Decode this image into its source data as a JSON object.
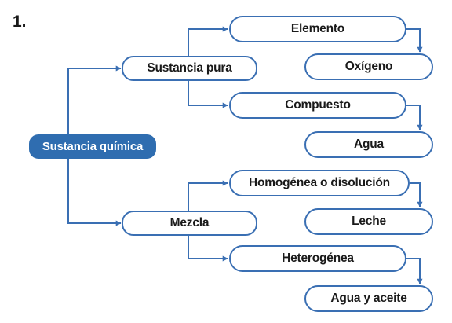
{
  "number": "1.",
  "root": "Sustancia química",
  "sustancia_pura": {
    "label": "Sustancia pura",
    "elemento": "Elemento",
    "oxigeno": "Oxígeno",
    "compuesto": "Compuesto",
    "agua": "Agua"
  },
  "mezcla": {
    "label": "Mezcla",
    "homogenea": "Homogénea o disolución",
    "leche": "Leche",
    "heterogenea": "Heterogénea",
    "agua_aceite": "Agua y aceite"
  },
  "colors": {
    "accent": "#3a6fb3",
    "root_fill": "#2f6db0"
  }
}
